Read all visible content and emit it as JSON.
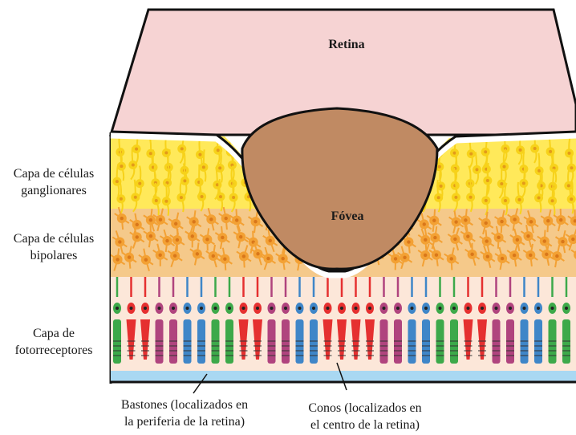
{
  "labels": {
    "retina": "Retina",
    "fovea": "Fóvea",
    "ganglion": [
      "Capa de células",
      "ganglionares"
    ],
    "bipolar": [
      "Capa de células",
      "bipolares"
    ],
    "photoreceptor": [
      "Capa de",
      "fotorreceptores"
    ],
    "rods": [
      "Bastones (localizados en",
      "la periferia de la retina)"
    ],
    "cones": [
      "Conos (localizados en",
      "el centro de la retina)"
    ]
  },
  "colors": {
    "retina_fill": "#f6d3d3",
    "outline": "#111111",
    "fovea_fill": "#c08a63",
    "ganglion_layer": "#ffe95a",
    "ganglion_cell": "#f7d21a",
    "ganglion_nucleus": "#e39a1a",
    "bipolar_layer": "#f5c98a",
    "bipolar_cell": "#f3a134",
    "bipolar_nucleus": "#d9771a",
    "photoreceptor_bg": "#fce7d9",
    "base_blue": "#a9d8f2",
    "receptor_palette": [
      "#3da94a",
      "#3f86c8",
      "#b0447e",
      "#e53030"
    ]
  }
}
